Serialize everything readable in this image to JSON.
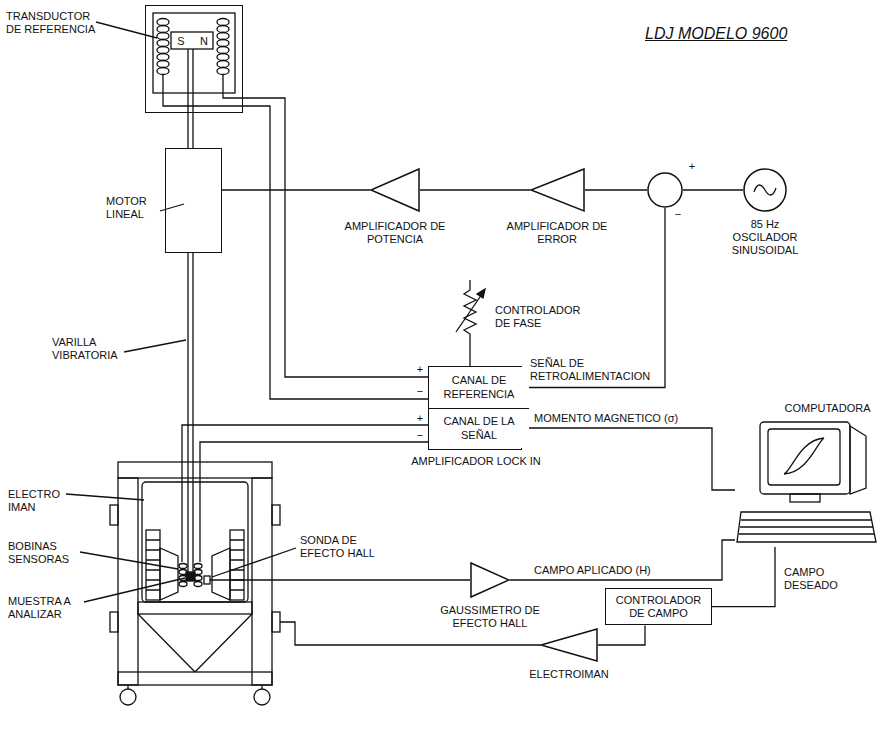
{
  "diagram": {
    "title": "LDJ MODELO 9600",
    "nodes": [
      {
        "text": [
          "S",
          "N"
        ]
      },
      {
        "text": [
          "MOTOR LINEAL"
        ]
      },
      {
        "text": [
          "AMPLIFICADOR DE POTENCIA"
        ]
      },
      {
        "text": [
          "AMPLIFICADOR DE ERROR"
        ]
      },
      {
        "text": [
          "+",
          "−"
        ]
      },
      {
        "text": [
          "85 Hz OSCILADOR SINUSOIDAL"
        ]
      },
      {
        "text": [
          "AMPLIFICADOR LOCK IN"
        ]
      },
      {
        "text": [
          "CANAL DE REFERENCIA"
        ],
        "in": 6
      },
      {
        "text": [
          "CANAL DE LA SEÑAL"
        ],
        "in": 6
      },
      {
        "text": [
          "COMPUTADORA"
        ]
      },
      {
        "text": [
          "GAUSSIMETRO DE EFECTO HALL"
        ]
      },
      {
        "text": [
          "CONTROLADOR DE CAMPO"
        ]
      },
      {
        "text": [
          "ELECTROIMAN"
        ]
      }
    ],
    "edges": [
      {
        "from": 2,
        "to": 1,
        "arrow": "none"
      },
      {
        "from": 3,
        "to": 2,
        "arrow": "none"
      },
      {
        "from": 4,
        "to": 3,
        "arrow": "none"
      },
      {
        "from": 5,
        "to": 4,
        "arrow": "none"
      },
      {
        "from": 7,
        "to": 4,
        "label": "SEÑAL DE RETROALIMENTACION",
        "arrow": "none"
      },
      {
        "from": 0,
        "to": 7,
        "arrow": "none"
      },
      {
        "from": 0,
        "to": 7,
        "arrow": "none"
      },
      {
        "from": 8,
        "to": 9,
        "label": "MOMENTO MAGNETICO (σ)",
        "arrow": "none"
      },
      {
        "from": 10,
        "to": 9,
        "label": "CAMPO APLICADO (H)",
        "arrow": "none"
      },
      {
        "from": 9,
        "to": 11,
        "label": "CAMPO DESEADO",
        "arrow": "none"
      },
      {
        "from": 11,
        "to": 12,
        "arrow": "none"
      }
    ],
    "labels": [
      "TRANSDUCTOR DE REFERENCIA",
      "VARILLA VIBRATORIA",
      "CONTROLADOR DE FASE",
      "+",
      "−",
      "+",
      "−",
      "ELECTRO IMAN",
      "BOBINAS SENSORAS",
      "MUESTRA A ANALIZAR",
      "SONDA DE EFECTO HALL"
    ]
  }
}
